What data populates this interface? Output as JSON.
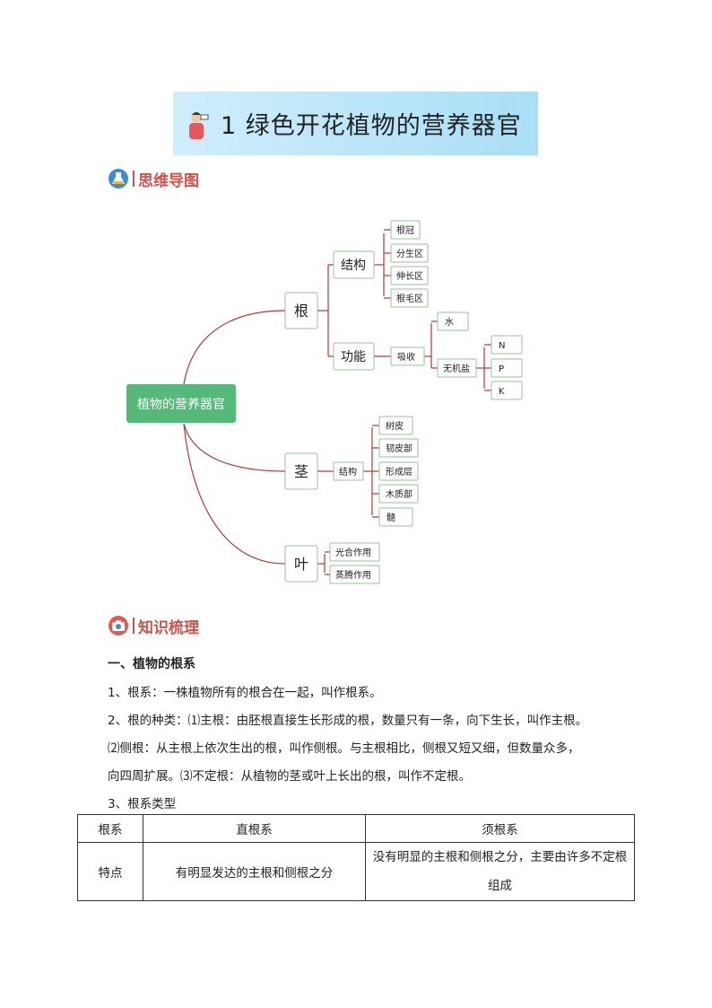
{
  "title": "1 绿色开花植物的营养器官",
  "sections": {
    "mindmap": "思维导图",
    "knowledge": "知识梳理"
  },
  "mindmap": {
    "root": "植物的营养器官",
    "gen": "根",
    "gen_struct": "结构",
    "gen_struct_items": [
      "根冠",
      "分生区",
      "伸长区",
      "根毛区"
    ],
    "gen_func": "功能",
    "absorb": "吸收",
    "water": "水",
    "salt": "无机盐",
    "nutrients": [
      "N",
      "P",
      "K"
    ],
    "jing": "茎",
    "jing_struct": "结构",
    "jing_items": [
      "树皮",
      "韧皮部",
      "形成层",
      "木质部",
      "髓"
    ],
    "ye": "叶",
    "ye_items": [
      "光合作用",
      "蒸腾作用"
    ]
  },
  "content": {
    "h1": "一、植物的根系",
    "l1": "1、根系：一株植物所有的根合在一起，叫作根系。",
    "l2": "2、根的种类：⑴主根：由胚根直接生长形成的根，数量只有一条，向下生长，叫作主根。",
    "l3": "⑵侧根：从主根上依次生出的根，叫作侧根。与主根相比，侧根又短又细，但数量众多，",
    "l4": "向四周扩展。⑶不定根：从植物的茎或叶上长出的根，叫作不定根。",
    "l5": "3、根系类型"
  },
  "table": {
    "header": [
      "根系",
      "直根系",
      "须根系"
    ],
    "row": [
      "特点",
      "有明显发达的主根和侧根之分",
      "没有明显的主根和侧根之分，主要由许多不定根组成"
    ]
  },
  "colors": {
    "line": "#b03a3a",
    "root_node": "#55b97a",
    "node_border": "#9bbf9b",
    "section": "#d0524a"
  }
}
